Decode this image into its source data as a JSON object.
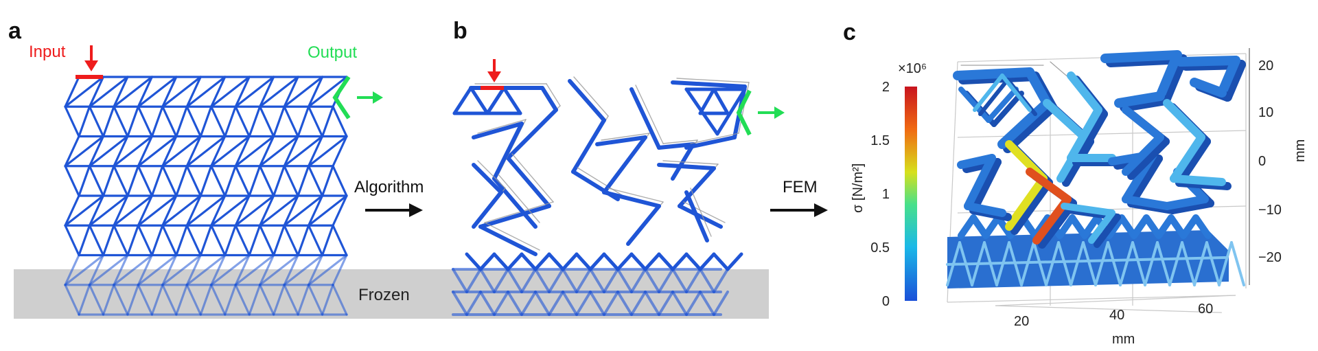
{
  "panels": [
    {
      "letter": "a"
    },
    {
      "letter": "b"
    },
    {
      "letter": "c"
    }
  ],
  "labels": {
    "input": "Input",
    "output": "Output",
    "frozen": "Frozen",
    "algorithm": "Algorithm",
    "fem": "FEM"
  },
  "colorbar": {
    "exponent": "×10⁶",
    "label": "σ [N/m²]",
    "ticks": [
      "2",
      "1.5",
      "1",
      "0.5",
      "0"
    ]
  },
  "axes": {
    "x_label": "mm",
    "x_ticks": [
      "20",
      "40",
      "60"
    ],
    "z_label": "mm",
    "z_ticks": [
      "20",
      "10",
      "0",
      "−10",
      "−20"
    ]
  },
  "colors": {
    "lattice": "#1f55d6",
    "input": "#ee1c1c",
    "output": "#22dd55",
    "frozen": "#cfcfcf"
  }
}
